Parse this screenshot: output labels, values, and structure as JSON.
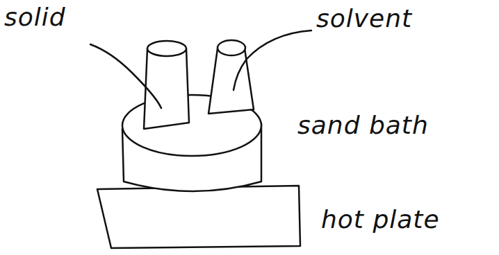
{
  "diagram": {
    "labels": [
      "solid",
      "solvent",
      "sand bath",
      "hot plate"
    ]
  }
}
